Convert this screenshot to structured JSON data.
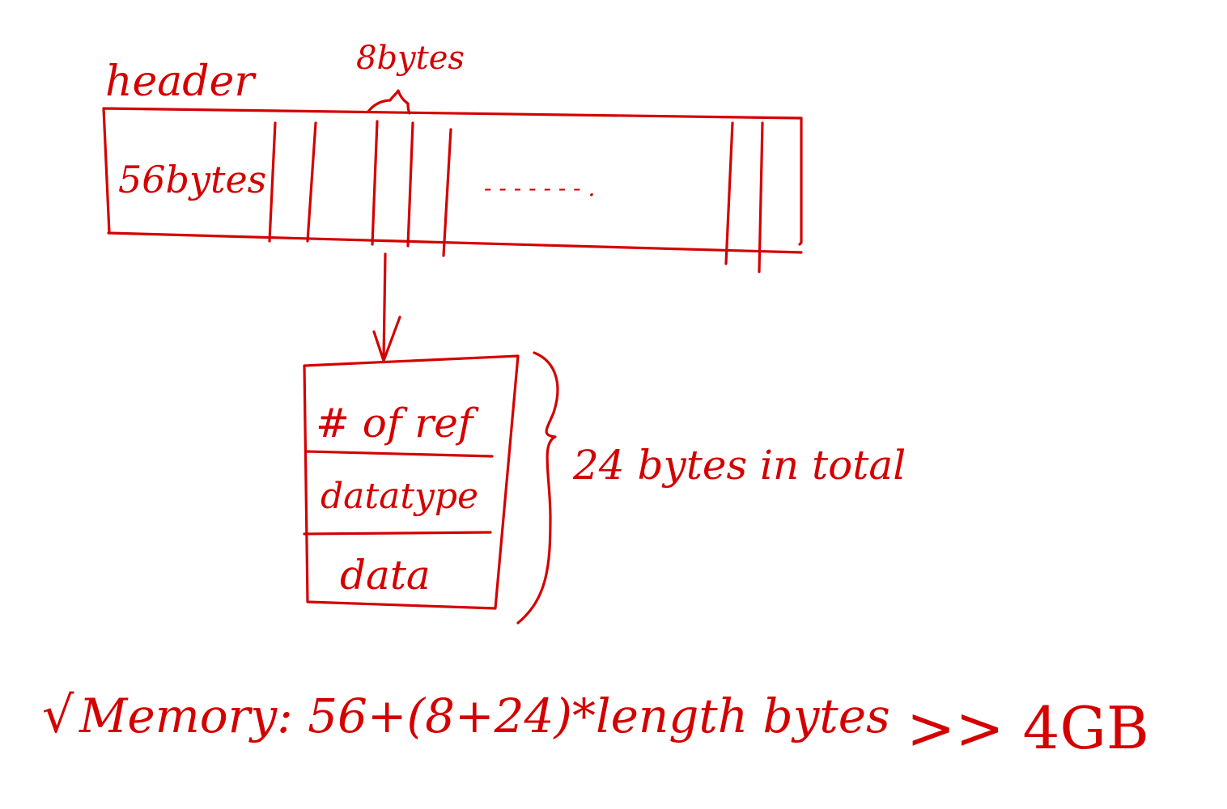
{
  "header": {
    "label": "header",
    "size_label": "56bytes",
    "slot_size_label": "8bytes",
    "ellipsis": "- - - -  - - - ."
  },
  "object": {
    "fields": [
      "# of ref",
      "datatype",
      "data"
    ],
    "total_label": "24 bytes in total"
  },
  "formula": {
    "check_mark": "√",
    "text": "Memory: 56+(8+24)*length  bytes",
    "comparison": ">> 4GB"
  },
  "ink_color": "#d40000"
}
